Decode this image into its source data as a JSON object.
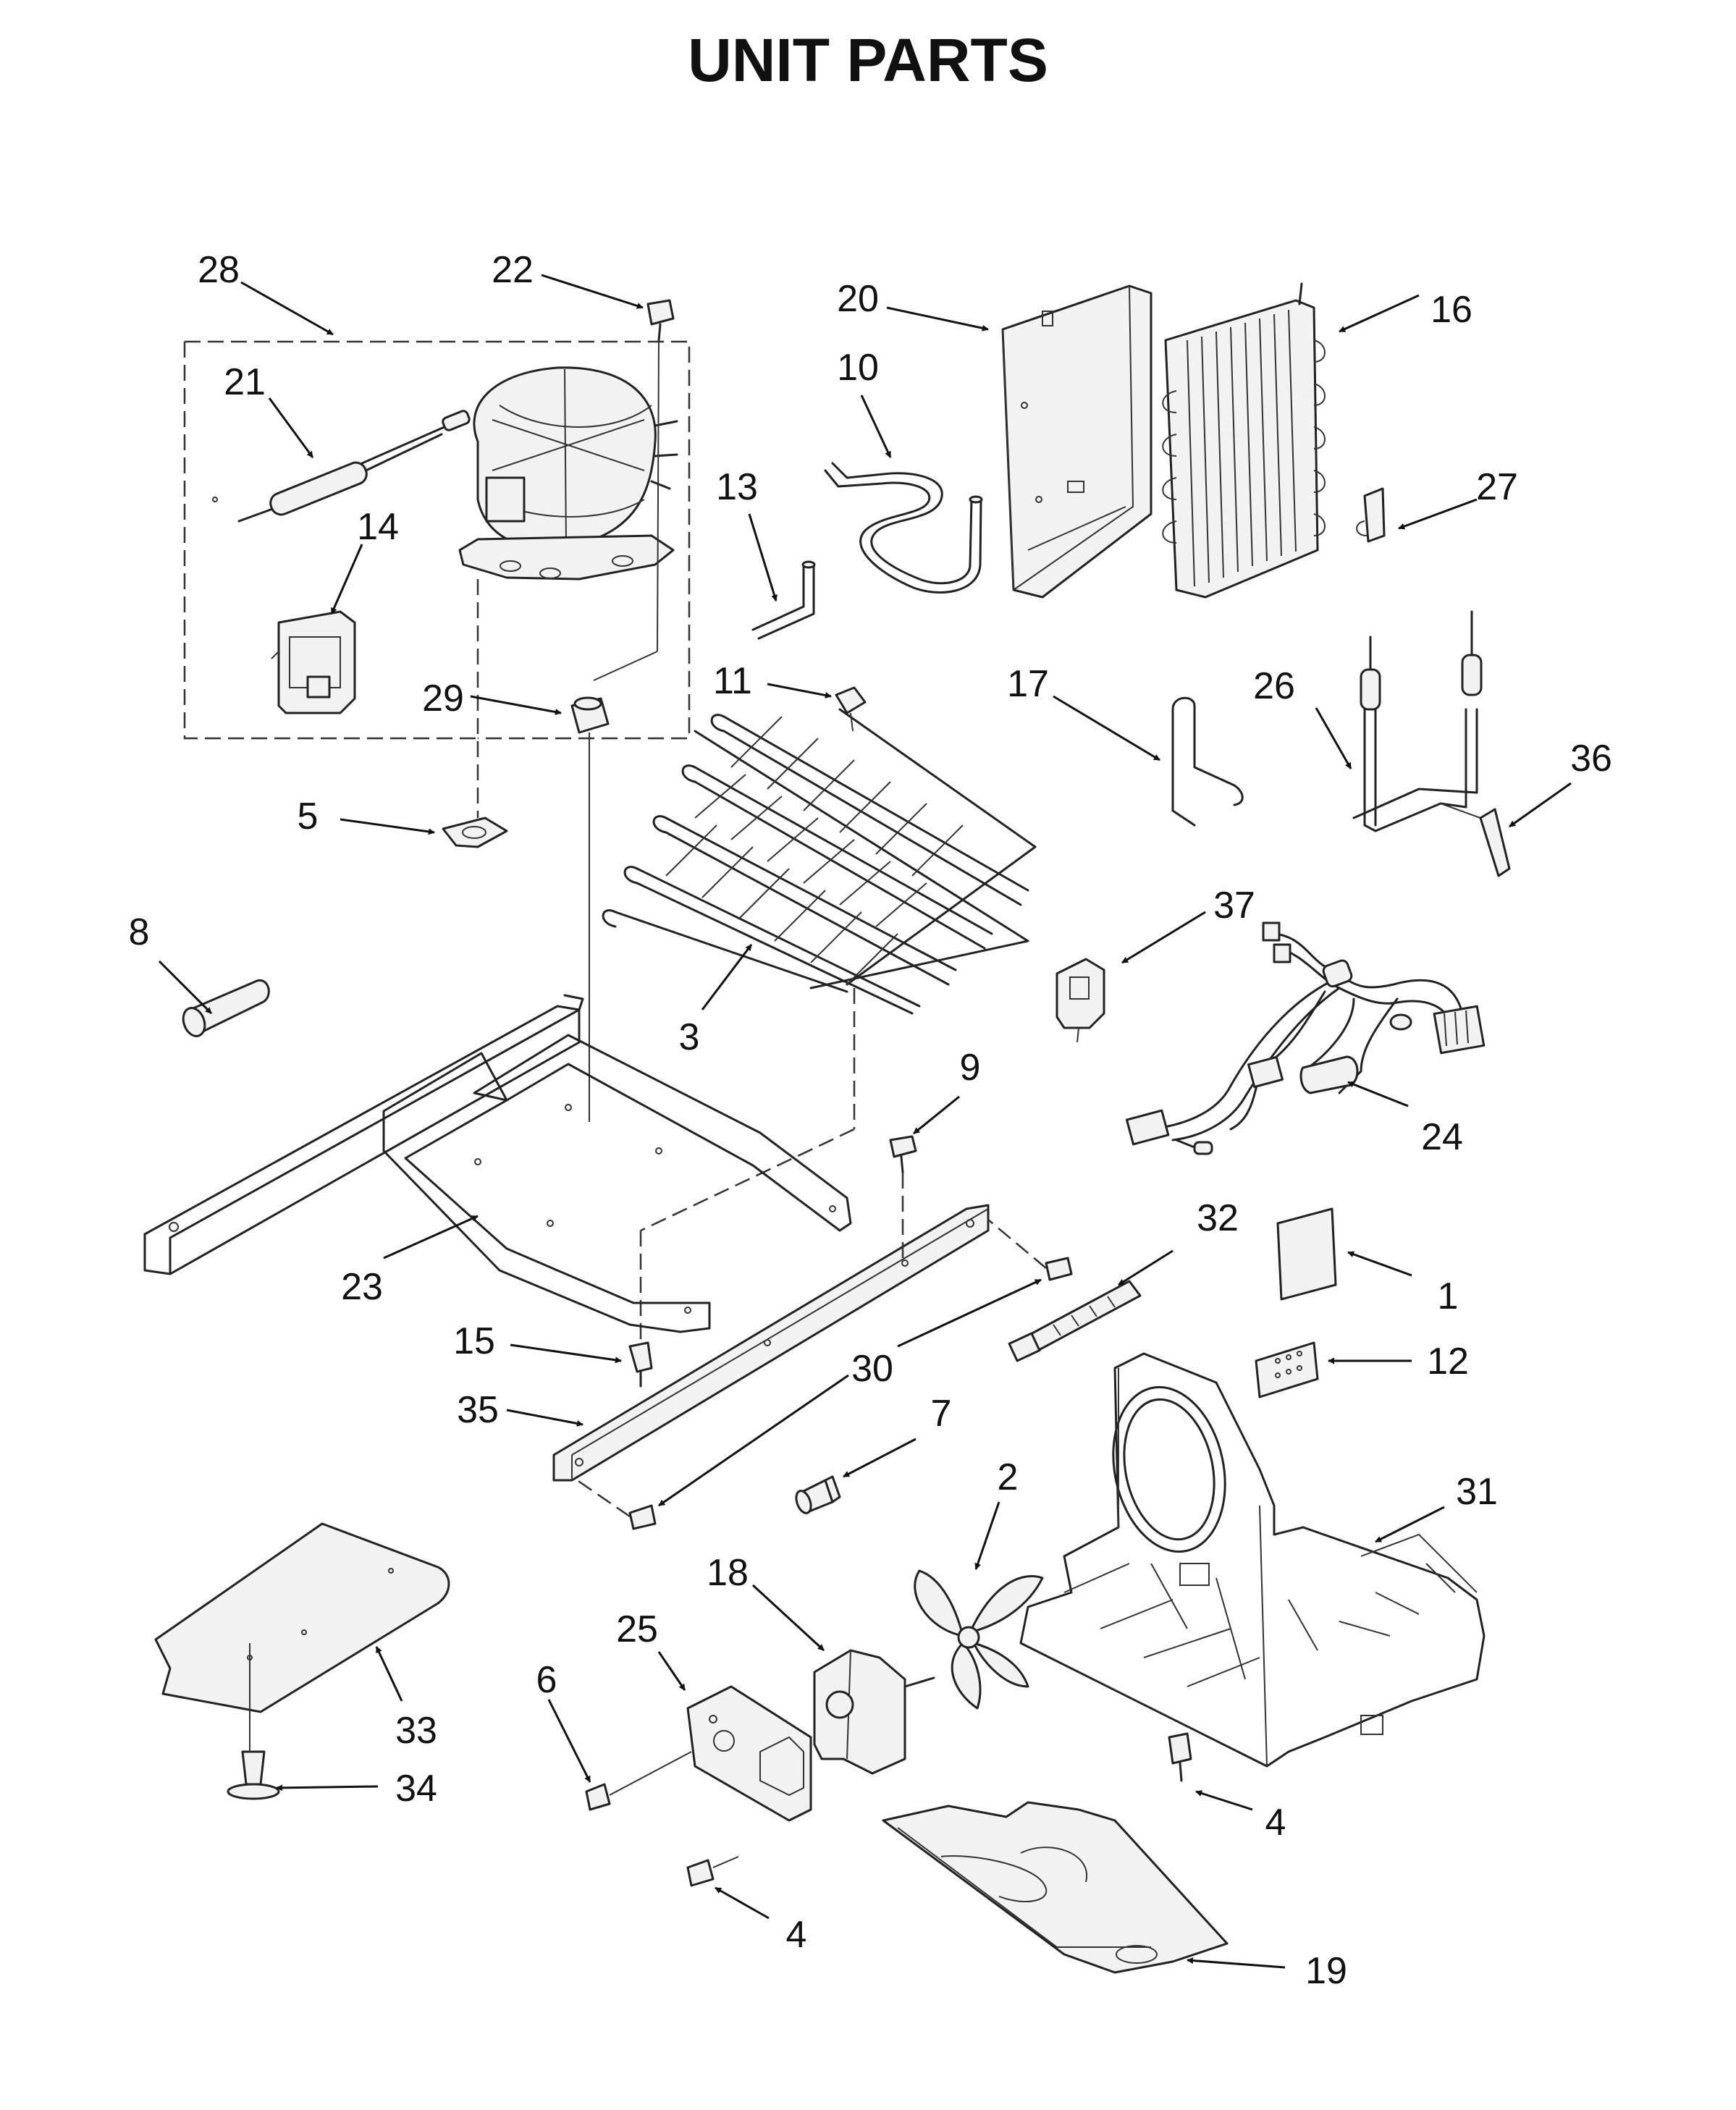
{
  "title": "UNIT PARTS",
  "callouts": [
    {
      "id": "28",
      "label": "28"
    },
    {
      "id": "22",
      "label": "22"
    },
    {
      "id": "21",
      "label": "21"
    },
    {
      "id": "14",
      "label": "14"
    },
    {
      "id": "29",
      "label": "29"
    },
    {
      "id": "5",
      "label": "5"
    },
    {
      "id": "8",
      "label": "8"
    },
    {
      "id": "20",
      "label": "20"
    },
    {
      "id": "10",
      "label": "10"
    },
    {
      "id": "16",
      "label": "16"
    },
    {
      "id": "13",
      "label": "13"
    },
    {
      "id": "27",
      "label": "27"
    },
    {
      "id": "11",
      "label": "11"
    },
    {
      "id": "17",
      "label": "17"
    },
    {
      "id": "26",
      "label": "26"
    },
    {
      "id": "36",
      "label": "36"
    },
    {
      "id": "37",
      "label": "37"
    },
    {
      "id": "3",
      "label": "3"
    },
    {
      "id": "9",
      "label": "9"
    },
    {
      "id": "24",
      "label": "24"
    },
    {
      "id": "32",
      "label": "32"
    },
    {
      "id": "1",
      "label": "1"
    },
    {
      "id": "23",
      "label": "23"
    },
    {
      "id": "15",
      "label": "15"
    },
    {
      "id": "12",
      "label": "12"
    },
    {
      "id": "30",
      "label": "30"
    },
    {
      "id": "35",
      "label": "35"
    },
    {
      "id": "7",
      "label": "7"
    },
    {
      "id": "2",
      "label": "2"
    },
    {
      "id": "31",
      "label": "31"
    },
    {
      "id": "18",
      "label": "18"
    },
    {
      "id": "25",
      "label": "25"
    },
    {
      "id": "6",
      "label": "6"
    },
    {
      "id": "33",
      "label": "33"
    },
    {
      "id": "34",
      "label": "34"
    },
    {
      "id": "4a",
      "label": "4"
    },
    {
      "id": "4b",
      "label": "4"
    },
    {
      "id": "19",
      "label": "19"
    }
  ]
}
